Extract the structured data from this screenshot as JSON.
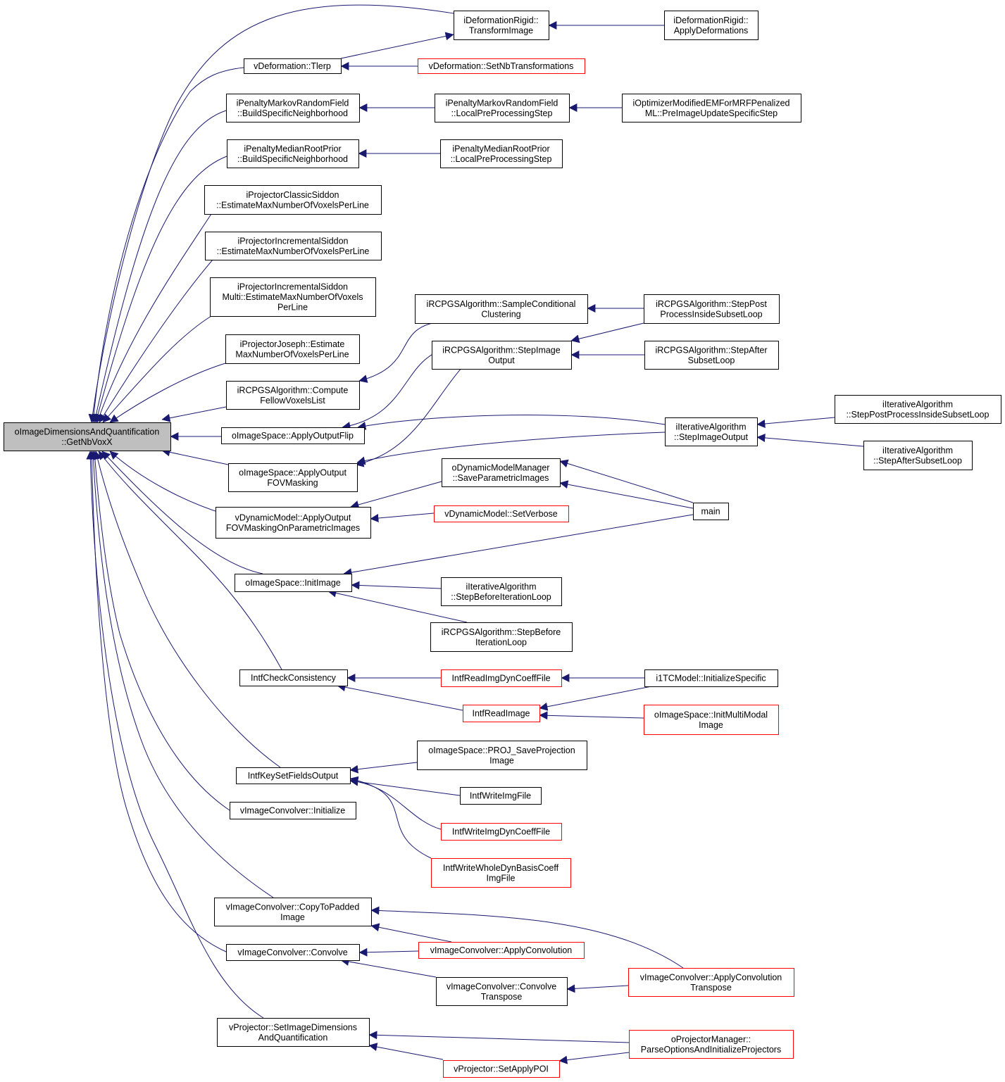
{
  "graph": {
    "edge_color": "#191970",
    "node_border": "#000000",
    "incomplete_node_border": "#ff0000",
    "root_fill": "#bfbfbf",
    "nodes": [
      {
        "id": "root",
        "lines": [
          "oImageDimensionsAndQuantification",
          "::GetNbVoxX"
        ],
        "root": true
      },
      {
        "id": "defTransform",
        "lines": [
          "iDeformationRigid::",
          "TransformImage"
        ]
      },
      {
        "id": "defApply",
        "lines": [
          "iDeformationRigid::",
          "ApplyDeformations"
        ]
      },
      {
        "id": "tlerp",
        "lines": [
          "vDeformation::Tlerp"
        ]
      },
      {
        "id": "setNbTrans",
        "lines": [
          "vDeformation::SetNbTransformations"
        ],
        "red": true
      },
      {
        "id": "mrfBuild",
        "lines": [
          "iPenaltyMarkovRandomField",
          "::BuildSpecificNeighborhood"
        ]
      },
      {
        "id": "mrfLocal",
        "lines": [
          "iPenaltyMarkovRandomField",
          "::LocalPreProcessingStep"
        ]
      },
      {
        "id": "optEM",
        "lines": [
          "iOptimizerModifiedEMForMRFPenalized",
          "ML::PreImageUpdateSpecificStep"
        ]
      },
      {
        "id": "mrpBuild",
        "lines": [
          "iPenaltyMedianRootPrior",
          "::BuildSpecificNeighborhood"
        ]
      },
      {
        "id": "mrpLocal",
        "lines": [
          "iPenaltyMedianRootPrior",
          "::LocalPreProcessingStep"
        ]
      },
      {
        "id": "classic",
        "lines": [
          "iProjectorClassicSiddon",
          "::EstimateMaxNumberOfVoxelsPerLine"
        ]
      },
      {
        "id": "incr",
        "lines": [
          "iProjectorIncrementalSiddon",
          "::EstimateMaxNumberOfVoxelsPerLine"
        ]
      },
      {
        "id": "incrMulti",
        "lines": [
          "iProjectorIncrementalSiddon",
          "Multi::EstimateMaxNumberOfVoxels",
          "PerLine"
        ]
      },
      {
        "id": "joseph",
        "lines": [
          "iProjectorJoseph::Estimate",
          "MaxNumberOfVoxelsPerLine"
        ]
      },
      {
        "id": "rcpSample",
        "lines": [
          "iRCPGSAlgorithm::SampleConditional",
          "Clustering"
        ]
      },
      {
        "id": "rcpStepPost",
        "lines": [
          "iRCPGSAlgorithm::StepPost",
          "ProcessInsideSubsetLoop"
        ]
      },
      {
        "id": "rcpStepImage",
        "lines": [
          "iRCPGSAlgorithm::StepImage",
          "Output"
        ]
      },
      {
        "id": "rcpStepAfter",
        "lines": [
          "iRCPGSAlgorithm::StepAfter",
          "SubsetLoop"
        ]
      },
      {
        "id": "rcpCompute",
        "lines": [
          "iRCPGSAlgorithm::Compute",
          "FellowVoxelsList"
        ]
      },
      {
        "id": "flip",
        "lines": [
          "oImageSpace::ApplyOutputFlip"
        ]
      },
      {
        "id": "iterStepImage",
        "lines": [
          "iIterativeAlgorithm",
          "::StepImageOutput"
        ]
      },
      {
        "id": "iterPost",
        "lines": [
          "iIterativeAlgorithm",
          "::StepPostProcessInsideSubsetLoop"
        ]
      },
      {
        "id": "iterAfter",
        "lines": [
          "iIterativeAlgorithm",
          "::StepAfterSubsetLoop"
        ]
      },
      {
        "id": "fovMask",
        "lines": [
          "oImageSpace::ApplyOutput",
          "FOVMasking"
        ]
      },
      {
        "id": "dynSave",
        "lines": [
          "oDynamicModelManager",
          "::SaveParametricImages"
        ]
      },
      {
        "id": "dynFov",
        "lines": [
          "vDynamicModel::ApplyOutput",
          "FOVMaskingOnParametricImages"
        ]
      },
      {
        "id": "dynVerbose",
        "lines": [
          "vDynamicModel::SetVerbose"
        ],
        "red": true
      },
      {
        "id": "main",
        "lines": [
          "main"
        ]
      },
      {
        "id": "initImage",
        "lines": [
          "oImageSpace::InitImage"
        ]
      },
      {
        "id": "iterBefore",
        "lines": [
          "iIterativeAlgorithm",
          "::StepBeforeIterationLoop"
        ]
      },
      {
        "id": "rcpBefore",
        "lines": [
          "iRCPGSAlgorithm::StepBefore",
          "IterationLoop"
        ]
      },
      {
        "id": "checkCons",
        "lines": [
          "IntfCheckConsistency"
        ]
      },
      {
        "id": "readDyn",
        "lines": [
          "IntfReadImgDynCoeffFile"
        ],
        "red": true
      },
      {
        "id": "i1tc",
        "lines": [
          "i1TCModel::InitializeSpecific"
        ]
      },
      {
        "id": "readImage",
        "lines": [
          "IntfReadImage"
        ],
        "red": true
      },
      {
        "id": "initMulti",
        "lines": [
          "oImageSpace::InitMultiModal",
          "Image"
        ],
        "red": true
      },
      {
        "id": "projSave",
        "lines": [
          "oImageSpace::PROJ_SaveProjection",
          "Image"
        ]
      },
      {
        "id": "keySet",
        "lines": [
          "IntfKeySetFieldsOutput"
        ]
      },
      {
        "id": "writeImg",
        "lines": [
          "IntfWriteImgFile"
        ]
      },
      {
        "id": "writeDyn",
        "lines": [
          "IntfWriteImgDynCoeffFile"
        ],
        "red": true
      },
      {
        "id": "writeWhole",
        "lines": [
          "IntfWriteWholeDynBasisCoeff",
          "ImgFile"
        ],
        "red": true
      },
      {
        "id": "convInit",
        "lines": [
          "vImageConvolver::Initialize"
        ]
      },
      {
        "id": "copyPad",
        "lines": [
          "vImageConvolver::CopyToPadded",
          "Image"
        ]
      },
      {
        "id": "applyConv",
        "lines": [
          "vImageConvolver::ApplyConvolution"
        ],
        "red": true
      },
      {
        "id": "convolve",
        "lines": [
          "vImageConvolver::Convolve"
        ]
      },
      {
        "id": "convTrans",
        "lines": [
          "vImageConvolver::Convolve",
          "Transpose"
        ]
      },
      {
        "id": "applyConvT",
        "lines": [
          "vImageConvolver::ApplyConvolution",
          "Transpose"
        ],
        "red": true
      },
      {
        "id": "setImgDim",
        "lines": [
          "vProjector::SetImageDimensions",
          "AndQuantification"
        ]
      },
      {
        "id": "projMgr",
        "lines": [
          "oProjectorManager::",
          "ParseOptionsAndInitializeProjectors"
        ],
        "red": true
      },
      {
        "id": "setPOI",
        "lines": [
          "vProjector::SetApplyPOI"
        ],
        "red": true
      }
    ]
  }
}
